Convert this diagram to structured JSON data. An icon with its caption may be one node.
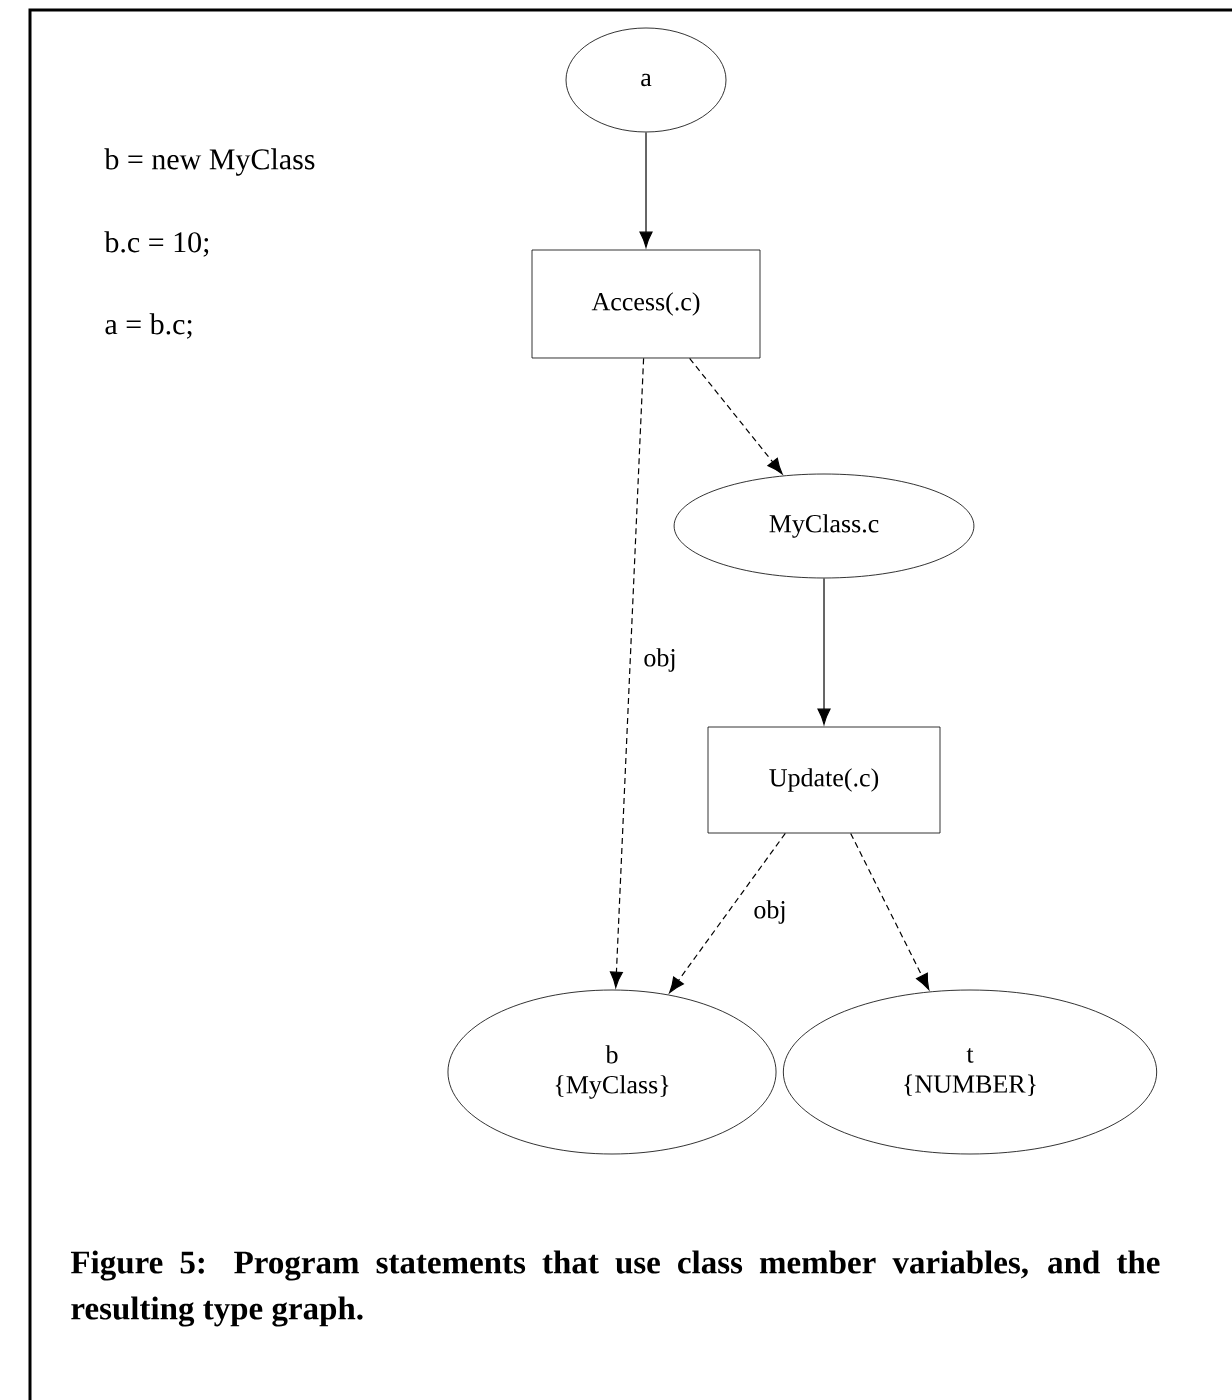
{
  "diagram": {
    "caption": "Figure 5: Program statements that use class member variables, and the resulting type graph.",
    "nodes": [
      {
        "text": [
          "a"
        ]
      },
      {
        "text": [
          "Access(.c)"
        ]
      },
      {
        "text": [
          "MyClass.c"
        ]
      },
      {
        "text": [
          "Update(.c)"
        ]
      },
      {
        "text": [
          "b",
          "{MyClass}"
        ]
      },
      {
        "text": [
          "t",
          "{NUMBER}"
        ]
      }
    ],
    "edges": [
      {
        "from": 0,
        "to": 1,
        "arrow": "to"
      },
      {
        "from": 1,
        "to": 2,
        "arrow": "to",
        "style": "dashed"
      },
      {
        "from": 1,
        "to": 4,
        "arrow": "to",
        "style": "dashed",
        "label": "obj"
      },
      {
        "from": 2,
        "to": 3,
        "arrow": "to"
      },
      {
        "from": 3,
        "to": 4,
        "arrow": "to",
        "style": "dashed",
        "label": "obj"
      },
      {
        "from": 3,
        "to": 5,
        "arrow": "to",
        "style": "dashed"
      }
    ],
    "labels": [
      "b = new MyClass",
      "b.c = 10;",
      "a = b.c;"
    ]
  }
}
